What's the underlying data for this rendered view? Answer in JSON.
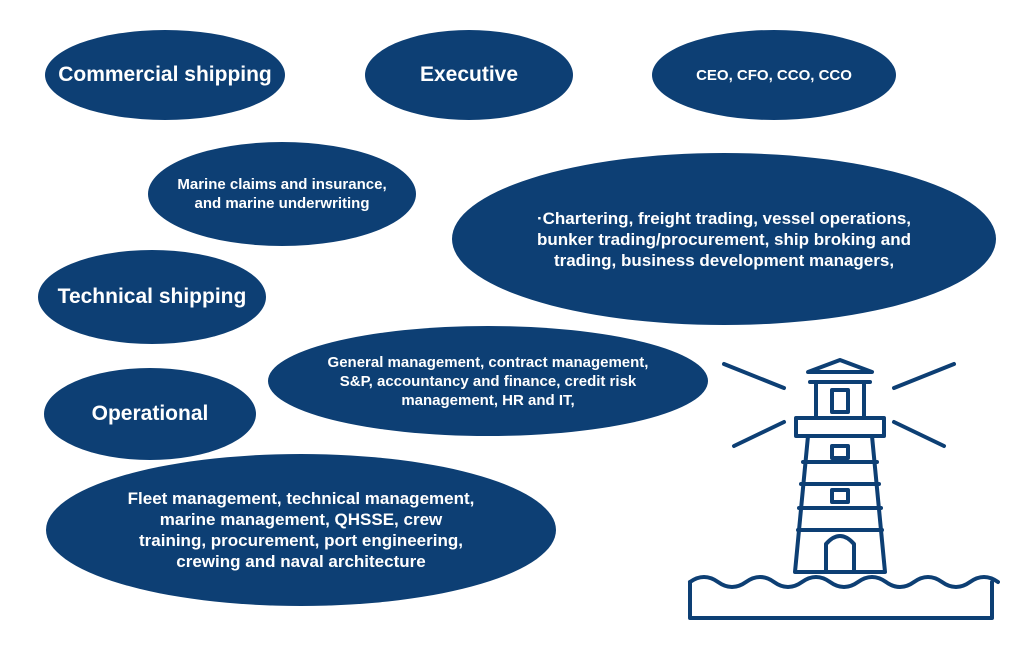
{
  "colors": {
    "bubble": "#0d3f74",
    "text": "#ffffff",
    "background": "#ffffff"
  },
  "bubbles": {
    "commercial_shipping": "Commercial shipping",
    "executive": "Executive",
    "executive_roles": "CEO, CFO, CCO, CCO",
    "marine_claims": "Marine claims and insurance, and marine underwriting",
    "chartering": "·Chartering, freight trading, vessel operations, bunker trading/procurement, ship broking and trading, business development managers,",
    "technical_shipping": "Technical shipping",
    "general_management": "General management, contract management, S&P, accountancy and finance, credit risk management, HR and IT,",
    "operational": "Operational",
    "fleet_management": "Fleet management, technical management, marine management, QHSSE, crew training, procurement, port engineering, crewing and naval architecture"
  },
  "illustration": {
    "icon": "lighthouse-icon"
  }
}
